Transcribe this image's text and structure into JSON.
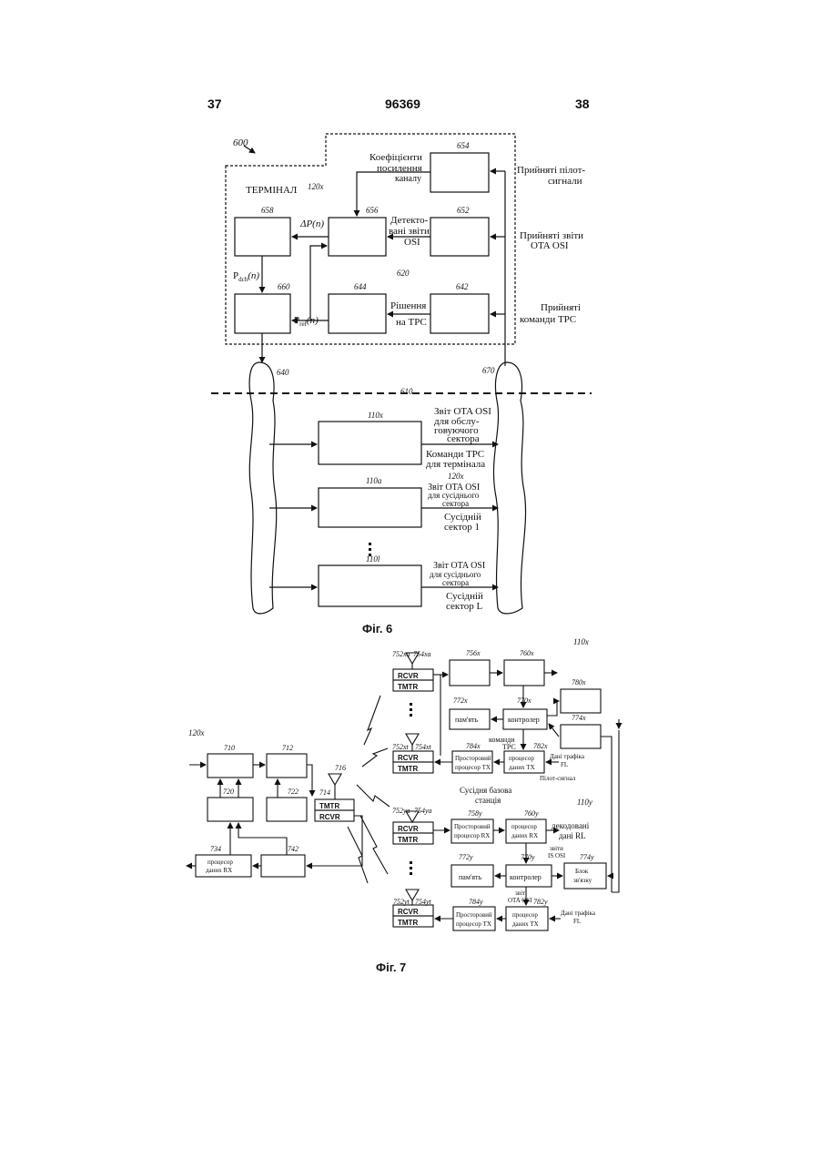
{
  "header": {
    "page_left": "37",
    "patent_number": "96369",
    "page_right": "38"
  },
  "fig6": {
    "caption": "Фіг. 6",
    "refs": {
      "r600": "600",
      "r120x": "120x",
      "r654": "654",
      "r656": "656",
      "r658": "658",
      "r652": "652",
      "r660": "660",
      "r644": "644",
      "r642": "642",
      "r620": "620",
      "r640": "640",
      "r670": "670",
      "r610": "610",
      "r110x": "110x",
      "r110a": "110a",
      "r110l": "110l",
      "r120x_b": "120x"
    },
    "terminal": "ТЕРМІНАЛ",
    "gains": [
      "Коефіцієнти",
      "посилення",
      "каналу"
    ],
    "detected": [
      "Детекто-",
      "вані звіти",
      "OSI"
    ],
    "decisions": [
      "Рішення",
      "на TPC"
    ],
    "delta_p": "ΔP(n)",
    "p_dch": "P",
    "p_dch_sub": "dch",
    "p_dch_arg": "(n)",
    "p_ref": "P",
    "p_ref_sub": "ref",
    "p_ref_arg": "(n)",
    "rx_pilot": [
      "Прийняті пілот-",
      "сигнали"
    ],
    "rx_osi": [
      "Прийняті звіти",
      "OTA OSI"
    ],
    "rx_tpc": [
      "Прийняті",
      "команди TPC"
    ],
    "serving_osi": [
      "Звіт OTA OSI",
      "для обслу-",
      "говуючого",
      "сектора"
    ],
    "tpc_cmds": [
      "Команди TPC",
      "для термінала"
    ],
    "neighbor_osi_1": [
      "Звіт OTA OSI",
      "для сусіднього",
      "сектора"
    ],
    "neighbor_1": [
      "Сусідній",
      "сектор 1"
    ],
    "neighbor_osi_l": [
      "Звіт OTA OSI",
      "для сусіднього",
      "сектора"
    ],
    "neighbor_l": [
      "Сусідній",
      "сектор L"
    ]
  },
  "fig7": {
    "caption": "Фіг. 7",
    "refs": {
      "r110x": "110x",
      "r752xa": "752xa",
      "r754xa": "754xa",
      "r756x": "756x",
      "r760x": "760x",
      "r780x": "780x",
      "r774x": "774x",
      "r772x": "772x",
      "r770x": "770x",
      "r752xt": "752xt",
      "r754xt": "754xt",
      "r784x": "784x",
      "r782x": "782x",
      "r120x": "120x",
      "r710": "710",
      "r712": "712",
      "r716": "716",
      "r714": "714",
      "r720": "720",
      "r722": "722",
      "r734": "734",
      "r742": "742",
      "r110y": "110y",
      "r752ya": "752ya",
      "r754ya": "754ya",
      "r758y": "758y",
      "r760y": "760y",
      "r772y": "772y",
      "r770y": "770y",
      "r774y": "774y",
      "r752yt": "752yt",
      "r754yt": "754yt",
      "r784y": "784y",
      "r782y": "782y"
    },
    "rcvr": "RCVR",
    "tmtr": "TMTR",
    "memory": "пам'ять",
    "controller": "контролер",
    "tpc_cmds": [
      "команди",
      "TPC"
    ],
    "spatial_tx": [
      "Просторовий",
      "процесор TX"
    ],
    "tx_proc": [
      "процесор",
      "даних TX"
    ],
    "fl_traffic": [
      "Дані трафіка",
      "FL"
    ],
    "pilot": "Пілот-сигнал",
    "neighbor_bs": [
      "Сусідня базова",
      "станція"
    ],
    "spatial_rx": [
      "Просторовий",
      "процесор RX"
    ],
    "rx_proc": [
      "процесор",
      "даних RX"
    ],
    "decoded_rl": [
      "декодовані",
      "дані RL"
    ],
    "osi_reports": [
      "звіти",
      "IS OSI"
    ],
    "link_block": [
      "Блок",
      "зв'язку"
    ],
    "ota_osi": [
      "звіт",
      "OTA OSI"
    ],
    "rx_proc_left": [
      "процесор",
      "даних RX"
    ]
  }
}
